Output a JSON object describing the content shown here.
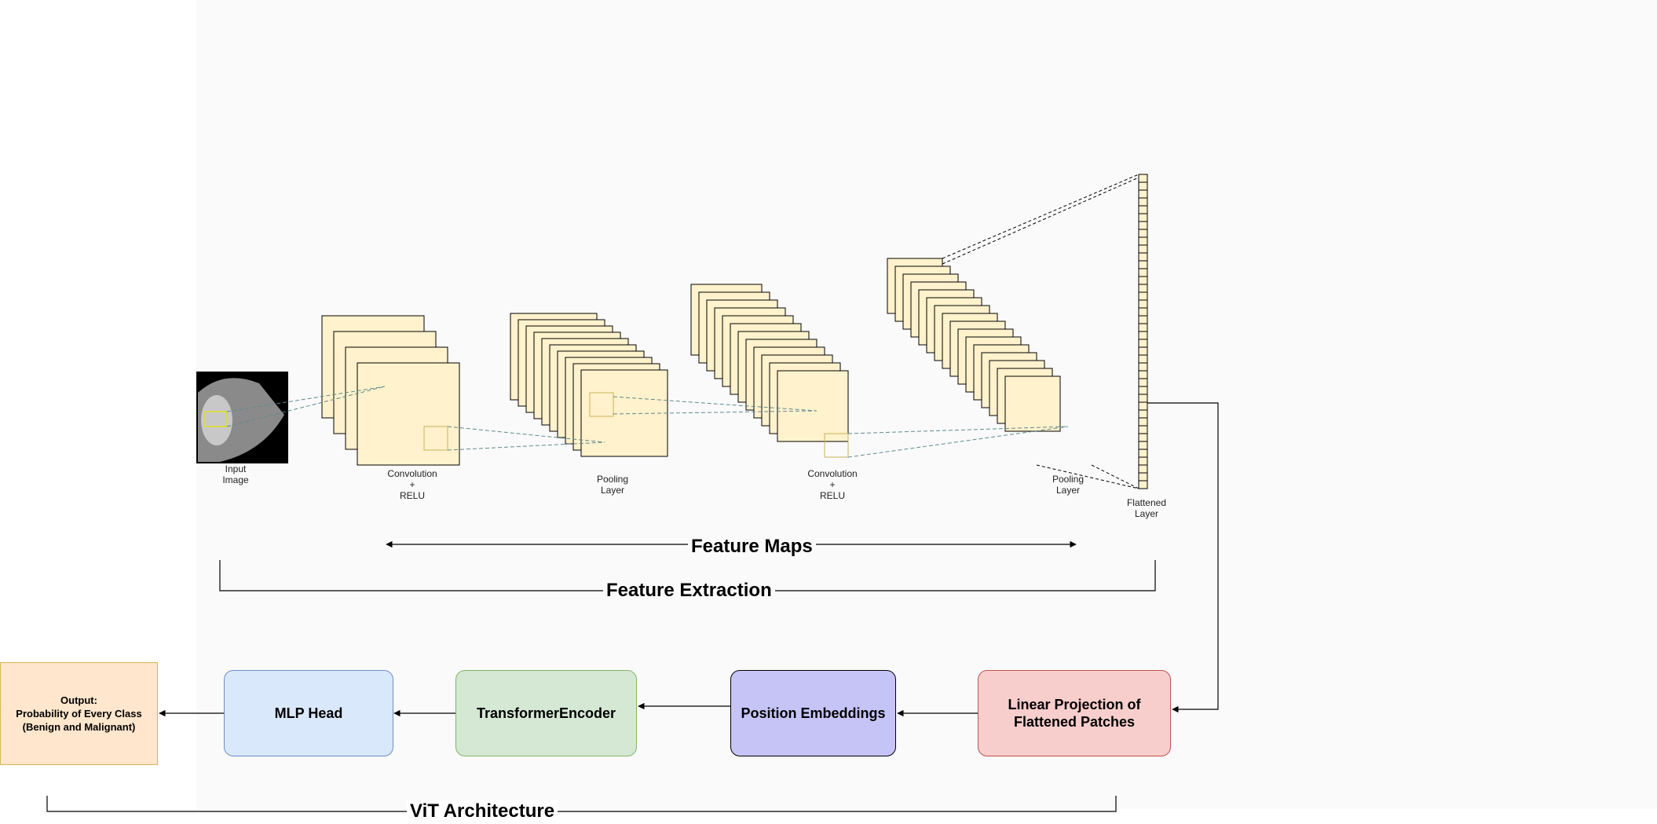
{
  "stages": {
    "input": "Input\nImage",
    "conv1": "Convolution\n+\nRELU",
    "pool1": "Pooling\nLayer",
    "conv2": "Convolution\n+\nRELU",
    "pool2": "Pooling\nLayer",
    "flatten": "Flattened\nLayer"
  },
  "spans": {
    "feature_maps": "Feature Maps",
    "feature_extraction": "Feature Extraction",
    "vit_architecture": "ViT Architecture"
  },
  "vit": {
    "output": "Output:\nProbability of Every Class\n(Benign and Malignant)",
    "mlp_head": "MLP Head",
    "transformer_encoder": "TransformerEncoder",
    "position_embeddings": "Position Embeddings",
    "linear_projection": "Linear Projection of\nFlattened Patches"
  },
  "colors": {
    "feature_map_fill": "#fff2cc",
    "output_fill": "#ffe6cc",
    "output_border": "#d6b656",
    "mlp_fill": "#dae8fc",
    "mlp_border": "#6c8ebf",
    "encoder_fill": "#d5e8d4",
    "encoder_border": "#82b366",
    "position_fill": "#c6c4f7",
    "position_border": "#000000",
    "projection_fill": "#f8cecc",
    "projection_border": "#b85450",
    "connector_dashed": "#5f8a8b"
  }
}
